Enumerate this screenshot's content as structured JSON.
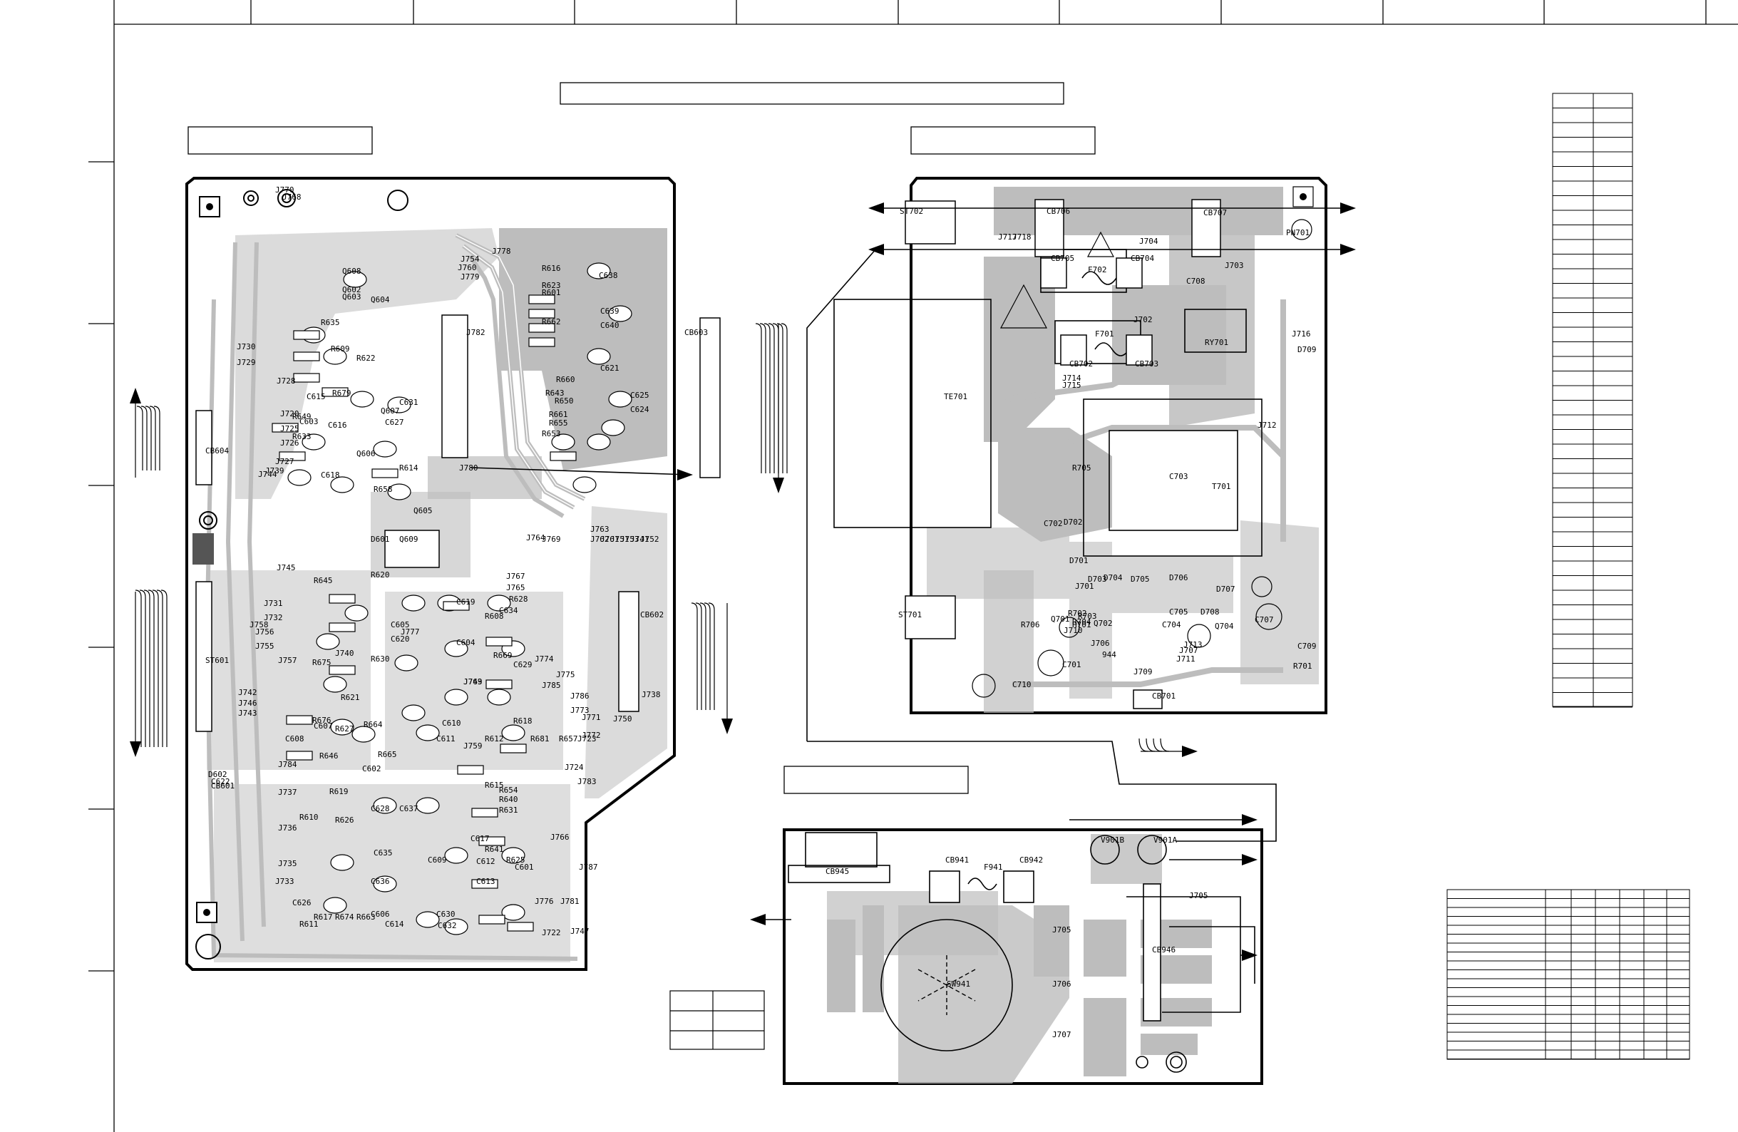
{
  "colors": {
    "copper": "#bdbdbd",
    "board_outline": "#000000",
    "background": "#ffffff"
  },
  "boards": {
    "main": {
      "refs": [
        "J730",
        "J729",
        "J728",
        "J720",
        "J725",
        "J726",
        "J727",
        "J739",
        "J744",
        "J745",
        "J742",
        "J746",
        "J743",
        "J784",
        "J737",
        "J736",
        "J735",
        "J733",
        "J731",
        "J732",
        "J758",
        "J756",
        "J755",
        "J757",
        "J770",
        "J768",
        "J754",
        "J760",
        "J779",
        "J778",
        "J782",
        "J780",
        "J767",
        "J765",
        "J769",
        "J764",
        "J763",
        "J762",
        "J761",
        "J751",
        "J753",
        "J741",
        "J752",
        "J738",
        "J750",
        "J771",
        "J772",
        "J774",
        "J775",
        "J785",
        "J786",
        "J773",
        "J723",
        "J724",
        "J783",
        "J787",
        "J747",
        "J722",
        "J766",
        "J781",
        "J776",
        "J777",
        "J740",
        "J759",
        "J749",
        "J763",
        "R610",
        "R635",
        "R609",
        "R622",
        "R679",
        "R649",
        "R633",
        "R614",
        "R658",
        "R620",
        "R645",
        "R675",
        "R676",
        "R646",
        "R628",
        "R608",
        "R616",
        "R623",
        "R601",
        "R662",
        "R650",
        "R660",
        "R643",
        "R653",
        "R655",
        "R661",
        "R630",
        "R621",
        "R669",
        "R681",
        "R657",
        "R618",
        "R612",
        "R619",
        "R626",
        "R615",
        "R654",
        "R640",
        "R631",
        "R641",
        "R625",
        "R611",
        "R617",
        "R674",
        "R663",
        "R664",
        "R665",
        "R627",
        "C605",
        "C620",
        "C627",
        "C631",
        "C603",
        "C618",
        "C619",
        "C604",
        "C634",
        "C629",
        "C610",
        "C611",
        "C612",
        "C613",
        "C630",
        "C632",
        "C635",
        "C636",
        "C606",
        "C609",
        "C614",
        "C615",
        "C616",
        "C617",
        "C626",
        "C628",
        "C637",
        "C638",
        "C639",
        "C640",
        "C621",
        "C625",
        "C624",
        "C602",
        "C607",
        "C608",
        "C601",
        "C622",
        "Q608",
        "Q602",
        "Q603",
        "Q604",
        "Q605",
        "Q606",
        "Q607",
        "Q609",
        "D601",
        "D602",
        "CB601",
        "CB602",
        "CB603",
        "CB604",
        "ST601"
      ]
    },
    "power": {
      "refs": [
        "ST702",
        "ST701",
        "CB706",
        "CB707",
        "CB705",
        "CB704",
        "CB702",
        "CB703",
        "CB701",
        "F702",
        "F701",
        "C708",
        "C702",
        "C703",
        "C704",
        "C705",
        "C707",
        "C709",
        "C710",
        "C701",
        "J717",
        "J718",
        "J704",
        "J703",
        "J702",
        "J715",
        "J714",
        "J701",
        "J706",
        "J710",
        "J709",
        "J711",
        "J712",
        "J705",
        "J713",
        "J707",
        "J716",
        "D701",
        "D702",
        "D703",
        "D704",
        "D705",
        "D706",
        "D707",
        "D708",
        "D709",
        "T701",
        "TE701",
        "RY701",
        "R705",
        "R701",
        "R702",
        "R703",
        "R704",
        "R706",
        "Q701",
        "Q702",
        "Q704",
        "H701",
        "PN701",
        "944"
      ]
    },
    "switch": {
      "refs": [
        "CB945",
        "CB941",
        "CB942",
        "F941",
        "V901B",
        "V901A",
        "SW941",
        "J705",
        "J706",
        "J707",
        "CB946"
      ]
    }
  }
}
